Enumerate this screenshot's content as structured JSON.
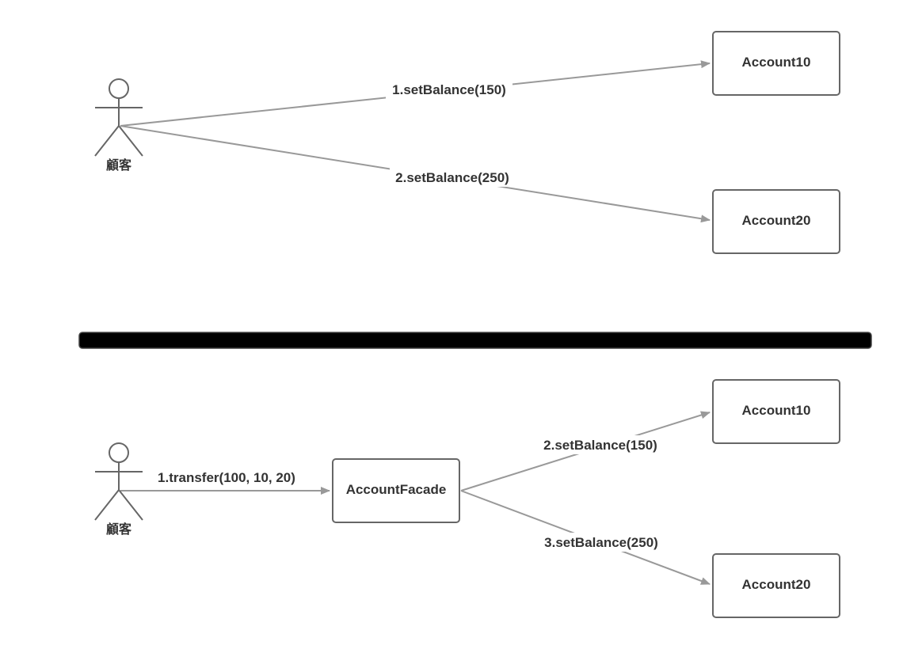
{
  "colors": {
    "node_border": "#666666",
    "edge": "#999999",
    "text": "#333333",
    "separator": "#000000"
  },
  "top": {
    "actor": {
      "label": "顧客",
      "icon": "stick-figure-actor-icon"
    },
    "nodes": {
      "account10": {
        "label": "Account10"
      },
      "account20": {
        "label": "Account20"
      }
    },
    "edges": {
      "call1": {
        "label": "1.setBalance(150)"
      },
      "call2": {
        "label": "2.setBalance(250)"
      }
    }
  },
  "bottom": {
    "actor": {
      "label": "顧客",
      "icon": "stick-figure-actor-icon"
    },
    "nodes": {
      "facade": {
        "label": "AccountFacade"
      },
      "account10": {
        "label": "Account10"
      },
      "account20": {
        "label": "Account20"
      }
    },
    "edges": {
      "transfer": {
        "label": "1.transfer(100, 10, 20)"
      },
      "call2": {
        "label": "2.setBalance(150)"
      },
      "call3": {
        "label": "3.setBalance(250)"
      }
    }
  }
}
